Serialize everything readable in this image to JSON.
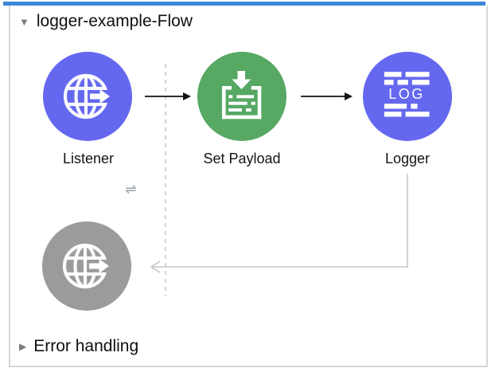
{
  "accent_bar": {
    "color": "#3e86da"
  },
  "flow": {
    "disclosure_icon": "▼",
    "title": "logger-example-Flow",
    "nodes": {
      "listener": {
        "label": "Listener",
        "color": "#6468ef",
        "badge_glyph": "⇌"
      },
      "set_payload": {
        "label": "Set Payload",
        "color": "#56a863"
      },
      "logger": {
        "label": "Logger",
        "color": "#6468ef",
        "icon_text": "LOG"
      },
      "response": {
        "color": "#9b9b9b"
      }
    },
    "connector_colors": {
      "message_flow": "#111111",
      "response_path": "#c6c6c6",
      "section_divider": "#cdcdcd"
    },
    "error_handling": {
      "disclosure_icon": "▶",
      "label": "Error handling"
    }
  }
}
